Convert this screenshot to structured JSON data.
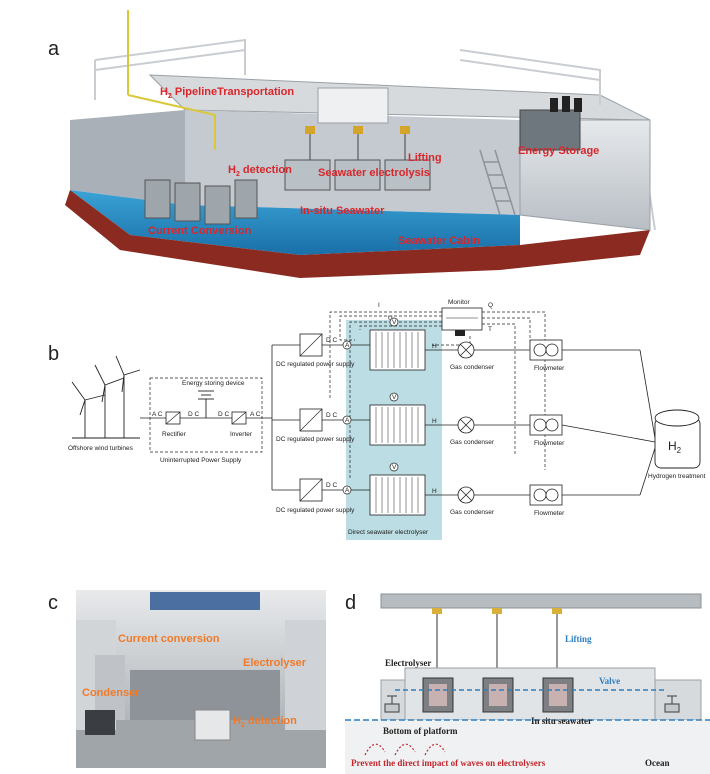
{
  "panels": {
    "a": "a",
    "b": "b",
    "c": "c",
    "d": "d"
  },
  "panel_a": {
    "pipeline": "H",
    "pipeline_sub": "2",
    "pipeline_rest": " PipelineTransportation",
    "h2_detection_h": "H",
    "h2_detection_sub": "2",
    "h2_detection_rest": " detection",
    "seawater_electrolysis": "Seawater electrolysis",
    "lifting": "Lifting",
    "energy_storage": "Energy Storage",
    "insitu_seawater": "In-situ Seawater",
    "seawater_cabin": "Seawater Cabin",
    "current_conversion": "Current Conversion"
  },
  "panel_b": {
    "monitor": "Monitor",
    "i1": "I",
    "u1": "U",
    "q1": "Q",
    "t1": "T",
    "energy_storing_device": "Energy storing device",
    "offshore_wind": "Offshore wind turbines",
    "ups": "Uninterrupted Power Supply",
    "rectifier": "Rectifier",
    "inverter": "Inverter",
    "ac": "A C",
    "dc": "D C",
    "dc_supply": "DC regulated power supply",
    "gas_condenser": "Gas condenser",
    "flowmeter": "Flowmeter",
    "h2": "H",
    "h2_sub": "2",
    "hydrogen_treatment": "Hydrogen treatment",
    "direct_electrolyser": "Direct seawater electrolyser",
    "ammeter": "A",
    "voltmeter": "V"
  },
  "panel_c": {
    "current_conversion": "Current conversion",
    "electrolyser": "Electrolyser",
    "condenser": "Condenser",
    "h2_h": "H",
    "h2_sub": "2",
    "h2_rest": " detection"
  },
  "panel_d": {
    "lifting": "Lifting",
    "electrolyser": "Electrolyser",
    "valve": "Valve",
    "bottom_of_platform": "Bottom of platform",
    "insitu_seawater": "In situ seawater",
    "prevent": "Prevent the direct impact of waves on electrolysers",
    "ocean": "Ocean"
  }
}
